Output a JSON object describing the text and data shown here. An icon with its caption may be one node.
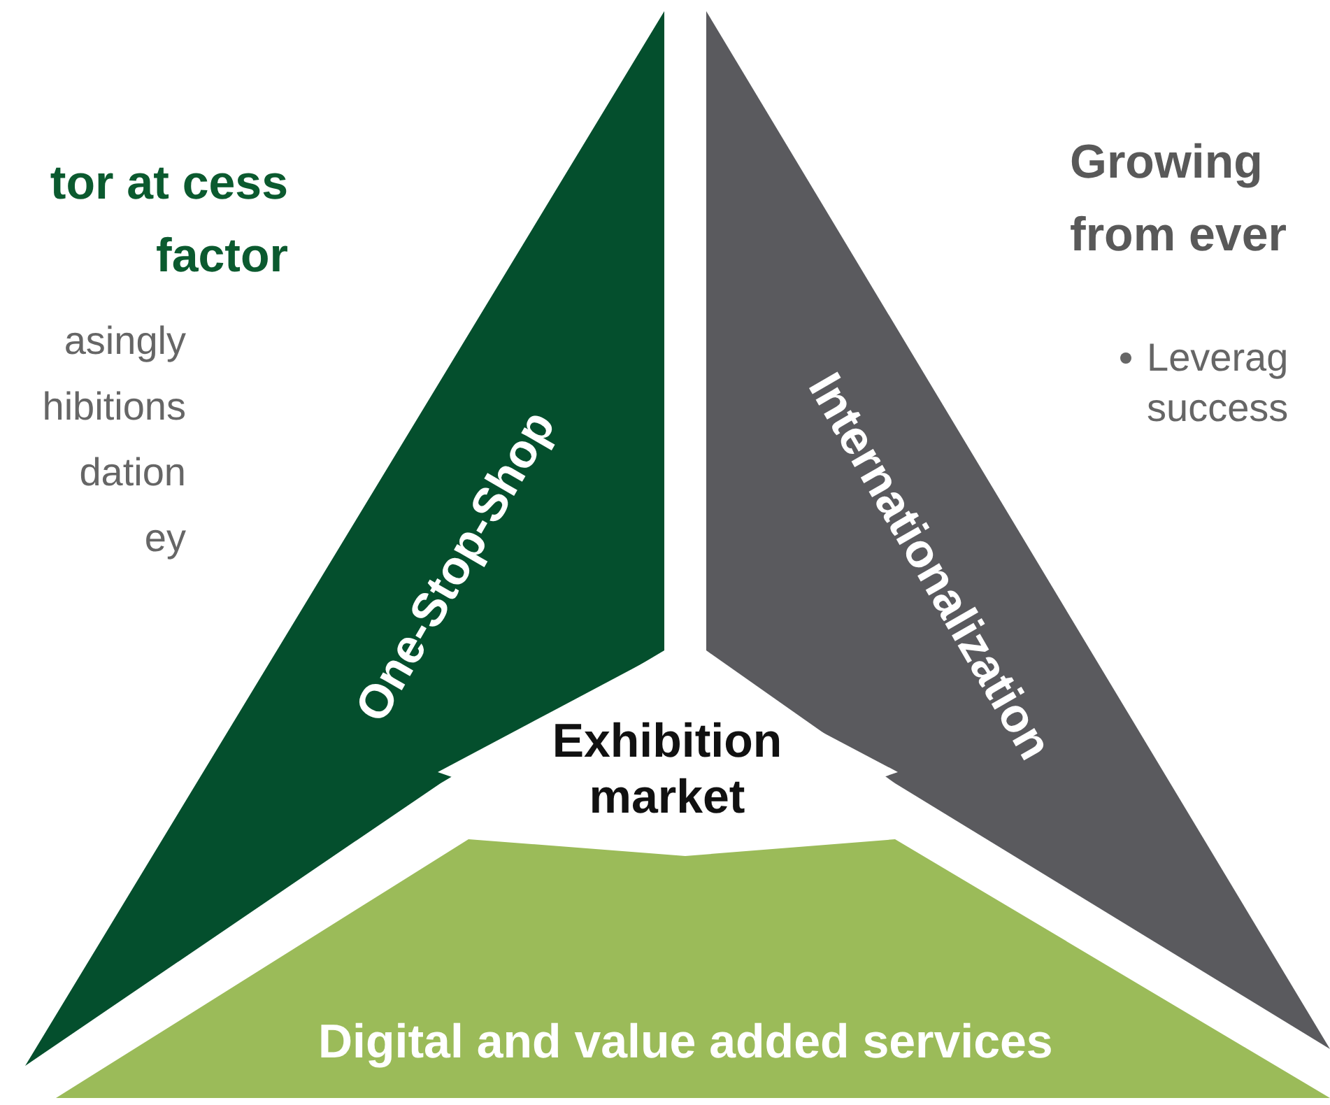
{
  "diagram": {
    "nodes": [
      {
        "text": [
          "One-Stop-Shop"
        ]
      },
      {
        "text": [
          "Internationalization"
        ]
      },
      {
        "text": [
          "Digital and value added services"
        ]
      },
      {
        "text": [
          "Exhibition market"
        ]
      }
    ],
    "labels": [
      "tor at cess factor",
      "asingly hibitions dation ey",
      "Growing from ever",
      "Leverag success"
    ]
  }
}
